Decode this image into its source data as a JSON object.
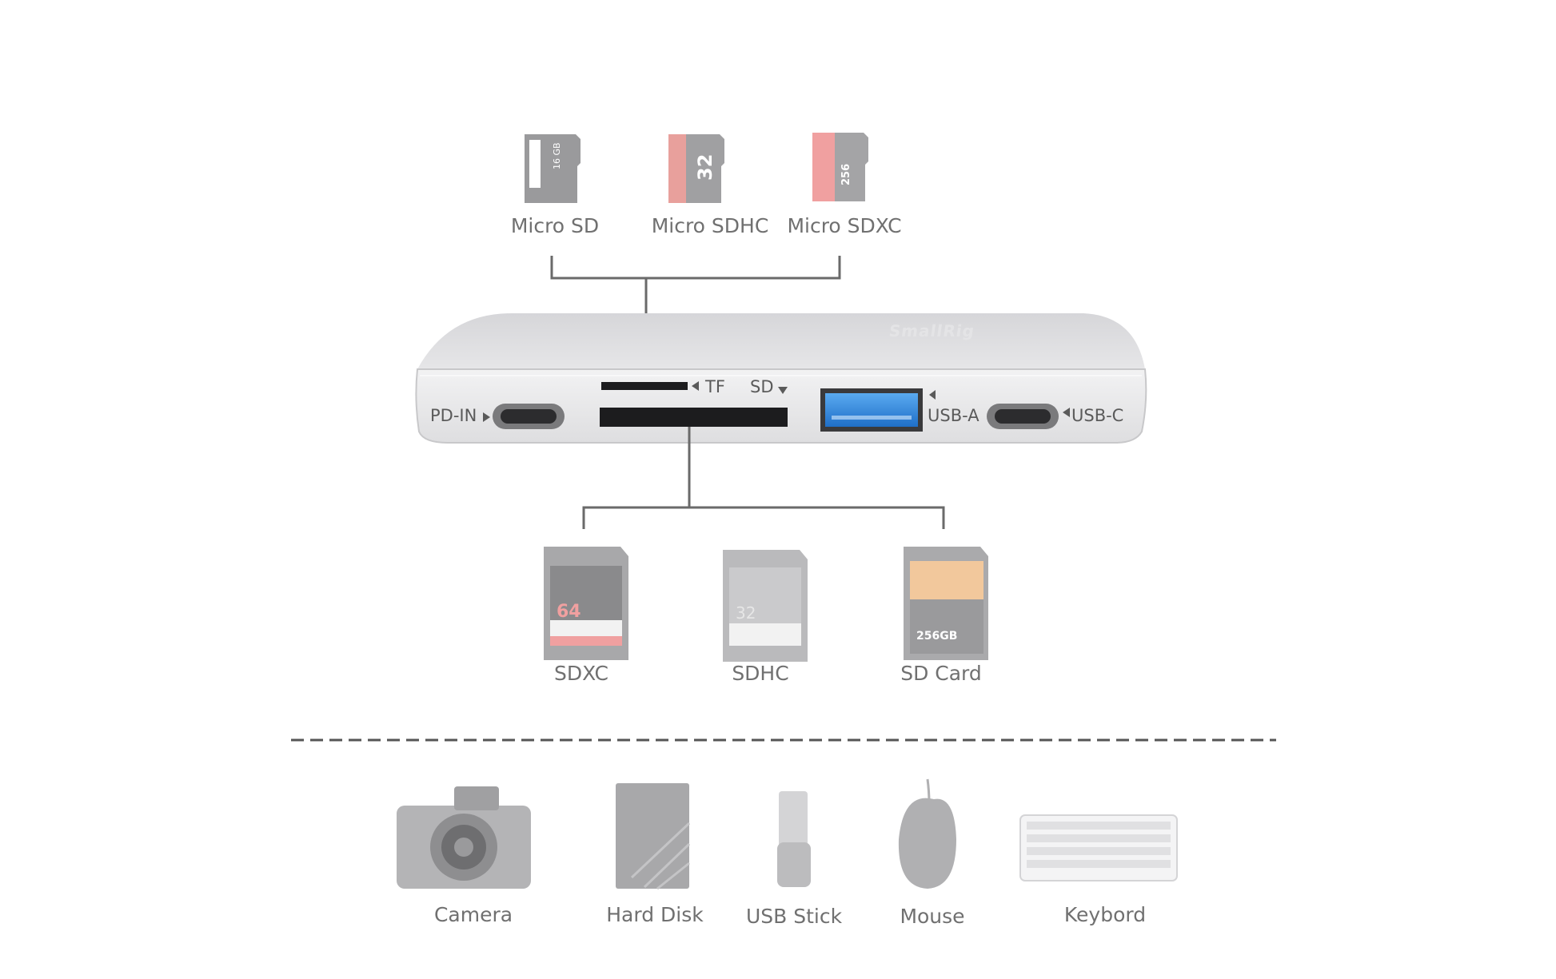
{
  "microcards": [
    {
      "label": "Micro SD",
      "capacity": "16",
      "accent": "#ffffff"
    },
    {
      "label": "Micro SDHC",
      "capacity": "32",
      "accent": "#e8a09c"
    },
    {
      "label": "Micro SDXC",
      "capacity": "256",
      "accent": "#f0a0a0"
    }
  ],
  "sdcards": [
    {
      "label": "SDXC",
      "capacity": "64"
    },
    {
      "label": "SDHC",
      "capacity": "32"
    },
    {
      "label": "SD Card",
      "capacity": "256GB"
    }
  ],
  "hub": {
    "brand": "SmallRig",
    "ports": {
      "pd_in": "PD-IN",
      "tf": "TF",
      "sd": "SD",
      "usb_a": "USB-A",
      "usb_c": "USB-C"
    }
  },
  "devices": [
    {
      "label": "Camera",
      "icon": "camera-icon"
    },
    {
      "label": "Hard Disk",
      "icon": "hard-disk-icon"
    },
    {
      "label": "USB Stick",
      "icon": "usb-stick-icon"
    },
    {
      "label": "Mouse",
      "icon": "mouse-icon"
    },
    {
      "label": "Keybord",
      "icon": "keyboard-icon"
    }
  ],
  "colors": {
    "usb_a_blue": "#2f8fe0",
    "hub_silver": "#dcdcde",
    "connector": "#6a6a6a"
  }
}
